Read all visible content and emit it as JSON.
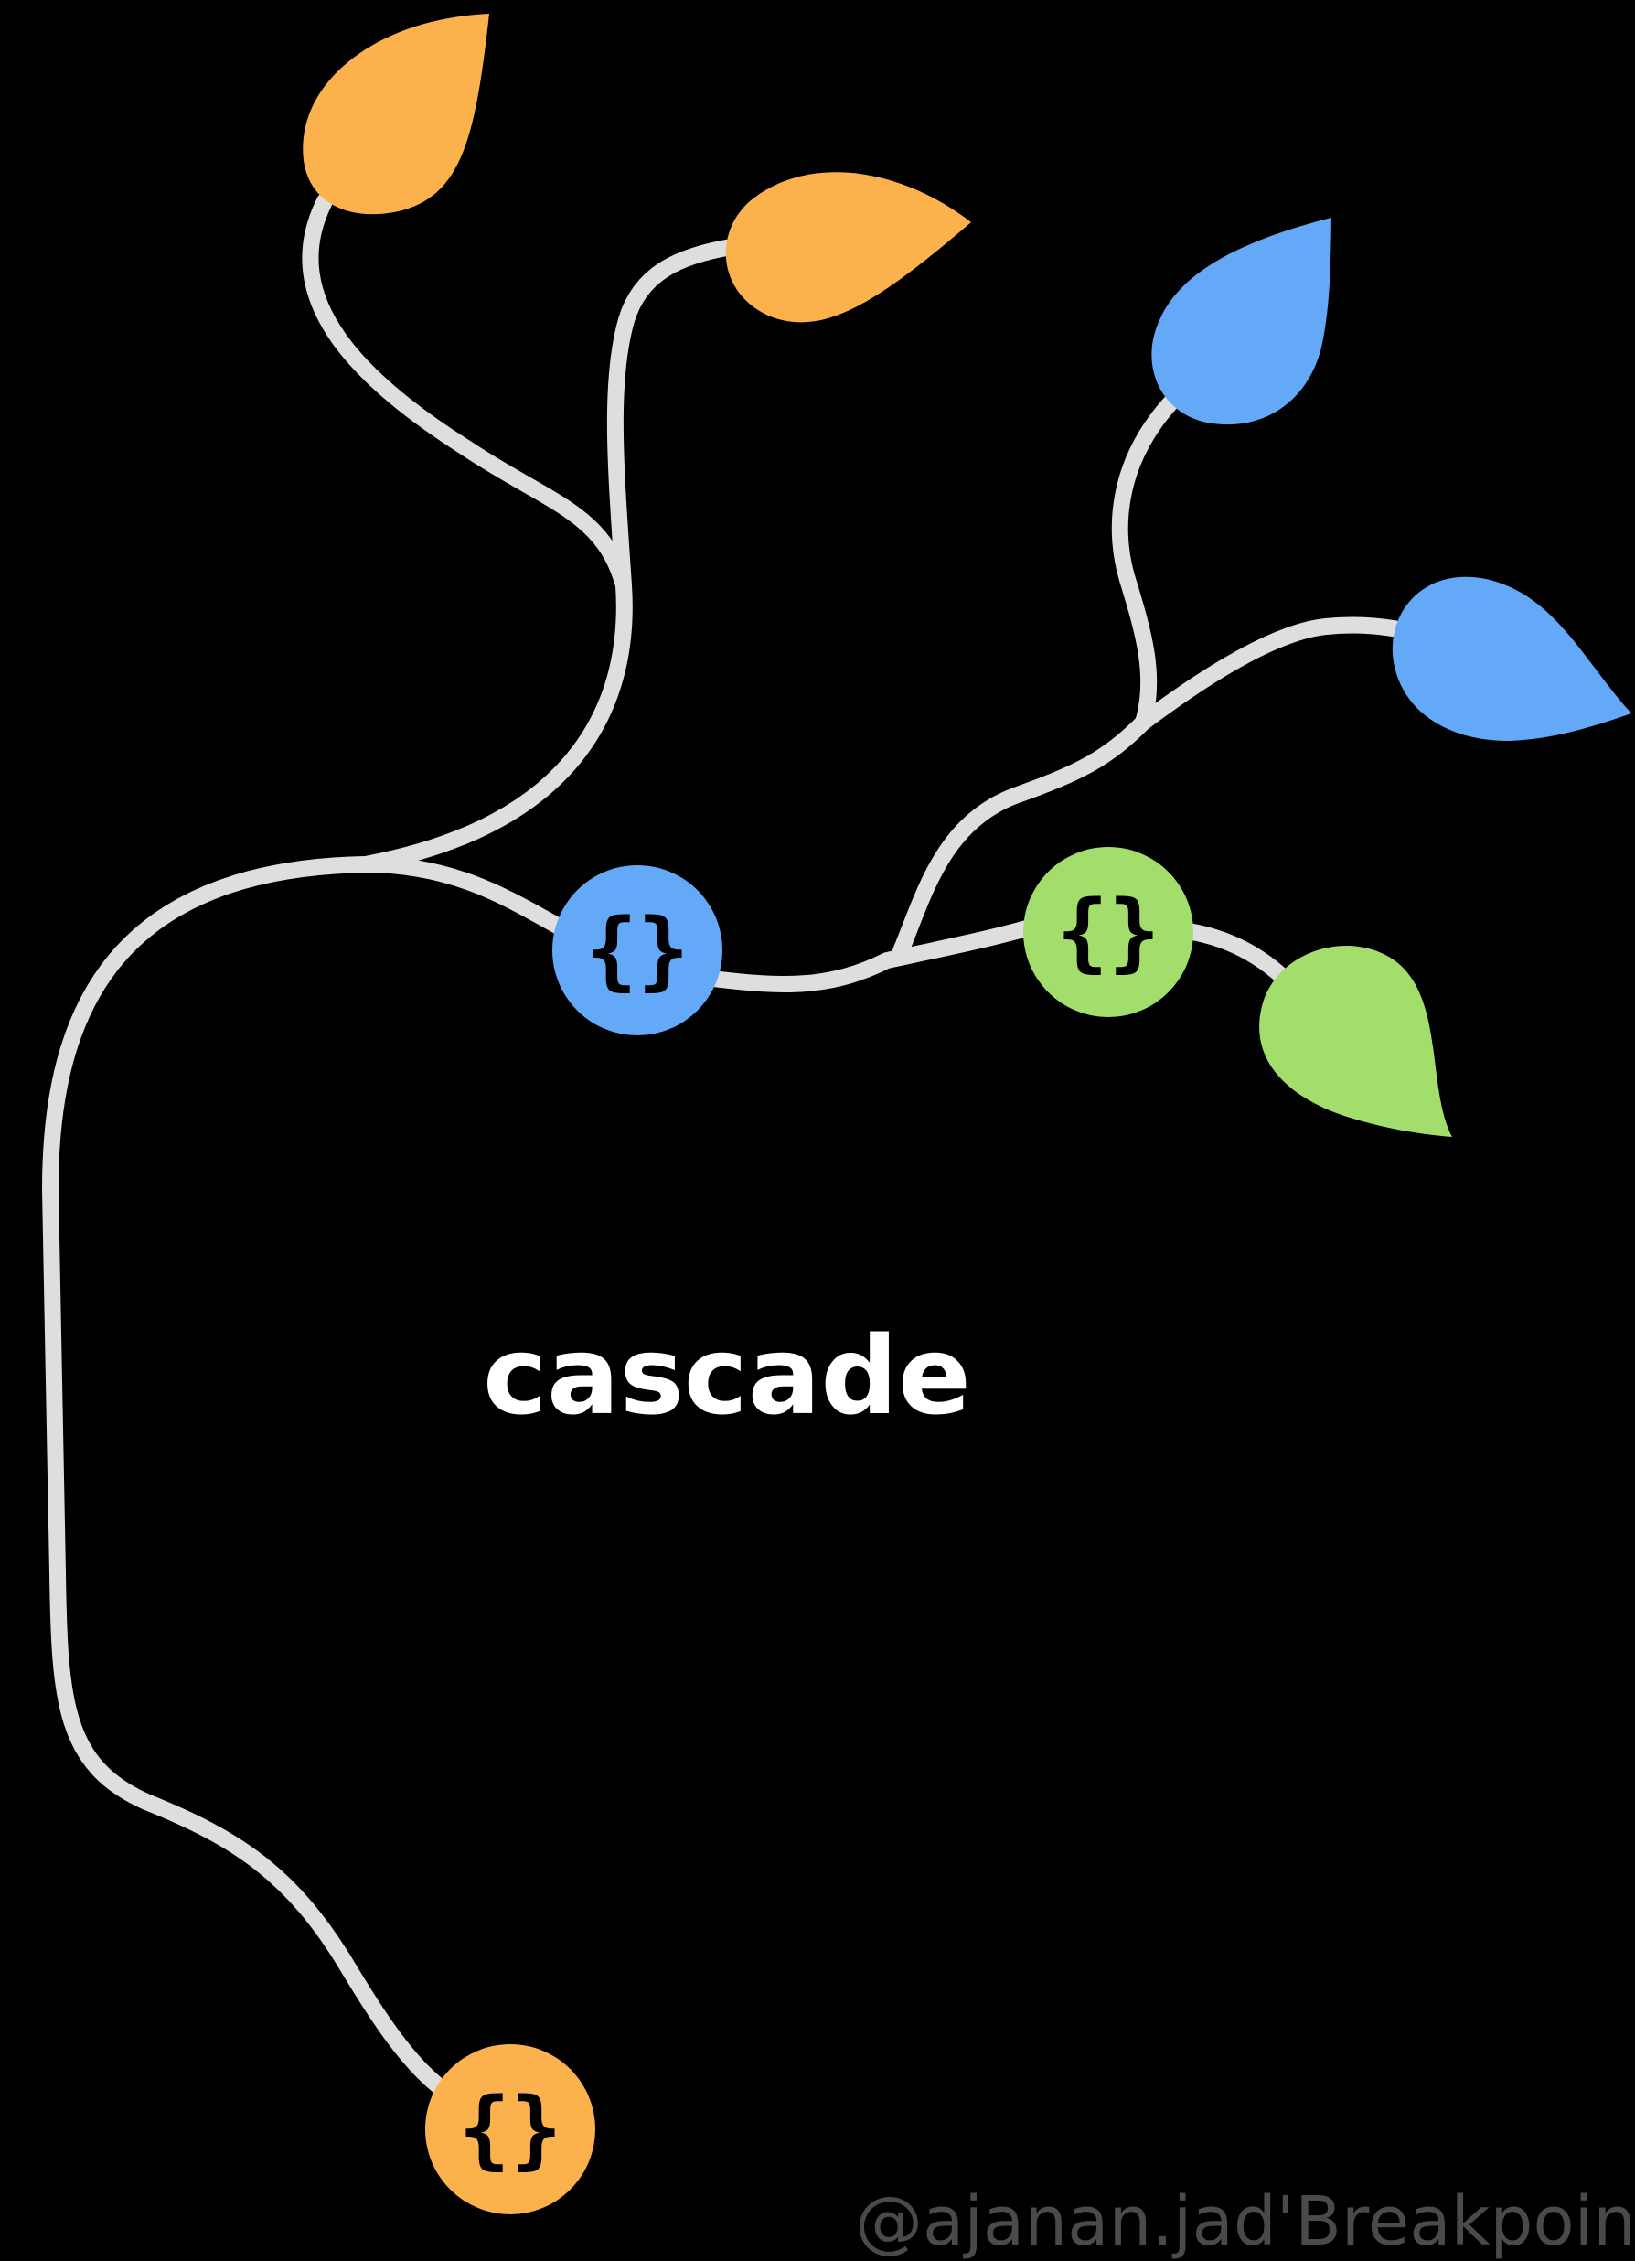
{
  "label": "cascade",
  "credit": "@ajanan.jad'Breakpoints",
  "node_glyph": "{}",
  "colors": {
    "background": "#000000",
    "branch": "#dedede",
    "orange": "#fbb24c",
    "blue": "#64a8f8",
    "green": "#a3dd6b",
    "label": "#ffffff"
  },
  "nodes": [
    {
      "id": "node-blue",
      "color": "blue"
    },
    {
      "id": "node-green",
      "color": "green"
    },
    {
      "id": "node-orange",
      "color": "orange"
    }
  ],
  "leaves": [
    {
      "id": "leaf-orange-top",
      "color": "orange"
    },
    {
      "id": "leaf-orange-right",
      "color": "orange"
    },
    {
      "id": "leaf-blue-top",
      "color": "blue"
    },
    {
      "id": "leaf-blue-right",
      "color": "blue"
    },
    {
      "id": "leaf-green",
      "color": "green"
    }
  ]
}
